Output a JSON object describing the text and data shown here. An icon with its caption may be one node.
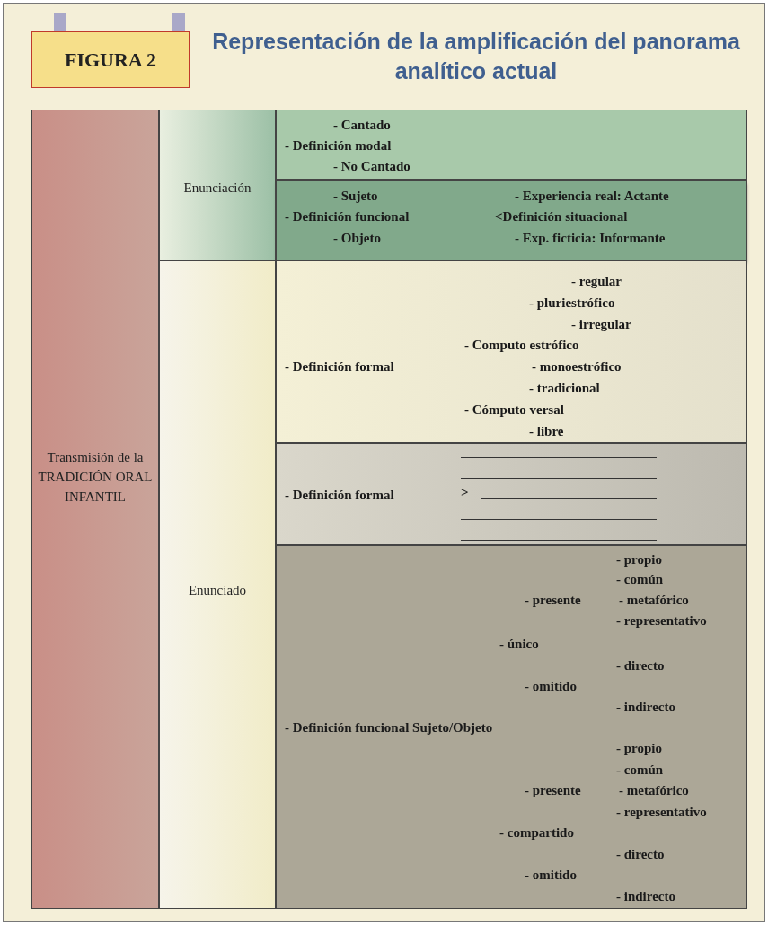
{
  "diagram": {
    "title": "Representación de la amplificación del panorama analítico actual",
    "nodes": [
      {
        "text": [
          "FIGURA 2"
        ]
      },
      {
        "text": [
          "Transmisión de la TRADICIÓN ORAL INFANTIL"
        ]
      },
      {
        "text": [
          "Enunciación"
        ]
      },
      {
        "text": [
          "- Cantado",
          "- Definición modal",
          "- No Cantado"
        ]
      },
      {
        "text": [
          "- Sujeto",
          "- Experiencia real: Actante",
          "- Definición funcional",
          "<Definición situacional",
          "- Objeto",
          "- Exp. ficticia: Informante"
        ]
      },
      {
        "text": [
          "Enunciado"
        ]
      },
      {
        "text": [
          "- regular",
          "- pluriestrófico",
          "- irregular",
          "- Computo estrófico",
          "- Definición formal",
          "- monoestrófico",
          "- tradicional",
          "- Cómputo versal",
          "- libre"
        ]
      },
      {
        "text": [
          "- Definición formal",
          ">"
        ]
      },
      {
        "text": [
          "- propio",
          "- común",
          "- presente",
          "- metafórico",
          "- representativo",
          "- único",
          "- directo",
          "- omitido",
          "- indirecto",
          "- Definición funcional Sujeto/Objeto",
          "- propio",
          "- común",
          "- presente",
          "- metafórico",
          "- representativo",
          "- compartido",
          "- directo",
          "- omitido",
          "- indirecto"
        ]
      }
    ],
    "edges": []
  }
}
